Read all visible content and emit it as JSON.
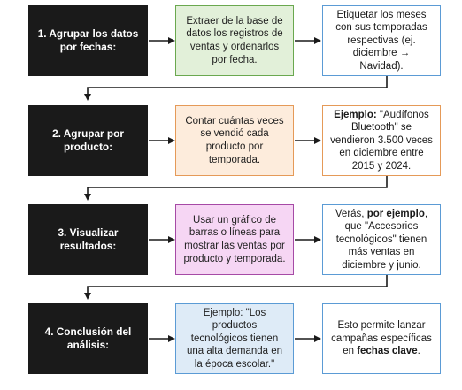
{
  "rows": [
    {
      "step": "1. Agrupar los datos por fechas:",
      "middle": "Extraer de la base de datos los registros de ventas y ordenarlos por fecha.",
      "right": [
        {
          "text": "Etiquetar los meses con sus temporadas respectivas (ej. diciembre → Navidad).",
          "bold": false
        }
      ]
    },
    {
      "step": "2. Agrupar por producto:",
      "middle": "Contar cuántas veces se vendió cada producto por temporada.",
      "right": [
        {
          "text": "Ejemplo:",
          "bold": true
        },
        {
          "text": " \"Audífonos Bluetooth\" se vendieron 3.500 veces en diciembre entre 2015 y 2024.",
          "bold": false
        }
      ]
    },
    {
      "step": "3. Visualizar resultados:",
      "middle": "Usar un gráfico de barras o líneas para mostrar las ventas por producto y temporada.",
      "right": [
        {
          "text": "Verás, ",
          "bold": false
        },
        {
          "text": "por ejemplo",
          "bold": true
        },
        {
          "text": ", que \"Accesorios tecnológicos\" tienen más ventas  en diciembre y junio.",
          "bold": false
        }
      ]
    },
    {
      "step": "4. Conclusión del análisis:",
      "middle": "Ejemplo: \"Los productos tecnológicos tienen una alta demanda en la época escolar.\"",
      "right": [
        {
          "text": "Esto permite lanzar campañas específicas en ",
          "bold": false
        },
        {
          "text": "fechas clave",
          "bold": true
        },
        {
          "text": ".",
          "bold": false
        }
      ]
    }
  ],
  "colors": {
    "step_bg": "#1a1a1a",
    "row1_fill": "#e2f0d9",
    "row1_border": "#6aa84f",
    "row2_fill": "#fdecdc",
    "row2_border": "#e59a58",
    "row3_fill": "#f6d6f4",
    "row3_border": "#a64aa6",
    "row4_fill": "#deebf7",
    "row4_border": "#5b9bd5",
    "right_border_rows_1_3_4": "#5b9bd5",
    "right_border_row_2": "#e59a58",
    "connector": "#1a1a1a"
  }
}
